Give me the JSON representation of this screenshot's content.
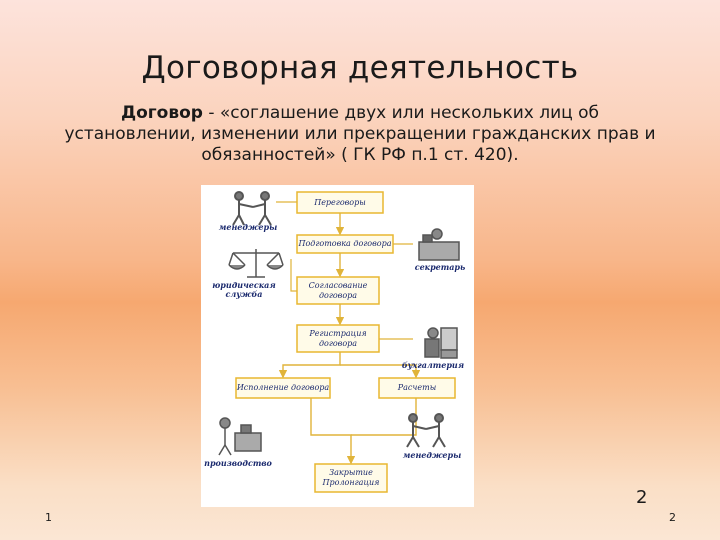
{
  "slide": {
    "title": "Договорная деятельность",
    "definition": {
      "term": "Договор",
      "text": " - «соглашение двух или нескольких лиц об установлении, изменении или прекращении гражданских прав и обязанностей» ( ГК РФ п.1 ст. 420)."
    },
    "slide_number_large": "2",
    "footer_left_number": "1",
    "footer_right_number": "2"
  },
  "diagram": {
    "steps": {
      "negotiations": "Переговоры",
      "preparation": "Подготовка договора",
      "approval": "Согласование договора",
      "registration": "Регистрация договора",
      "execution": "Исполнение договора",
      "settlements": "Расчеты",
      "closing": "Закрытие Пролонгация"
    },
    "roles": {
      "managers_top": "менеджеры",
      "secretary": "секретарь",
      "legal": "юридическая служба",
      "accounting": "бухгалтерия",
      "production": "производство",
      "managers_bottom": "менеджеры"
    },
    "colors": {
      "box_border": "#e8b730",
      "arrow": "#e0b43a",
      "text": "#1b2a6e",
      "icon": "#555555"
    }
  }
}
